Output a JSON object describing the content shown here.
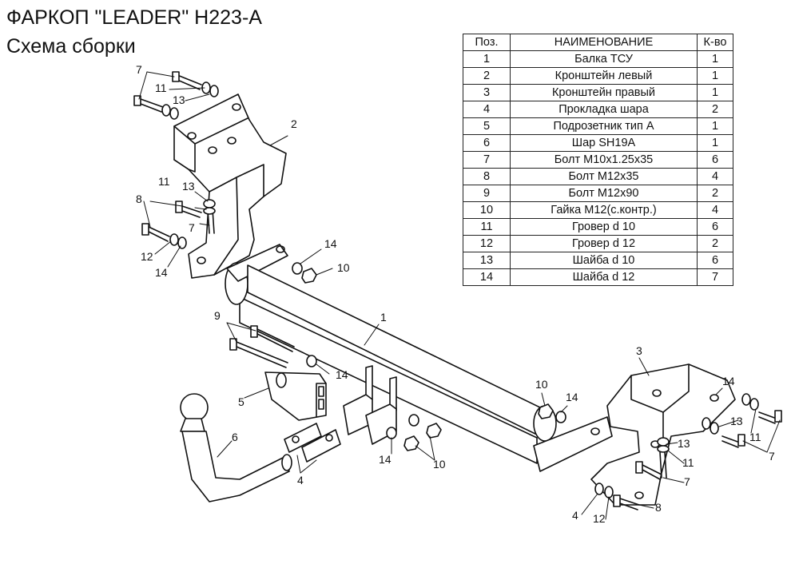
{
  "header": {
    "title": "ФАРКОП \"LEADER\" H223-A",
    "subtitle": "Схема сборки"
  },
  "parts_table": {
    "headers": [
      "Поз.",
      "НАИМЕНОВАНИЕ",
      "К-во"
    ],
    "rows": [
      [
        "1",
        "Балка ТСУ",
        "1"
      ],
      [
        "2",
        "Кронштейн левый",
        "1"
      ],
      [
        "3",
        "Кронштейн правый",
        "1"
      ],
      [
        "4",
        "Прокладка шара",
        "2"
      ],
      [
        "5",
        "Подрозетник тип А",
        "1"
      ],
      [
        "6",
        "Шар SH19A",
        "1"
      ],
      [
        "7",
        "Болт М10х1.25х35",
        "6"
      ],
      [
        "8",
        "Болт М12х35",
        "4"
      ],
      [
        "9",
        "Болт М12х90",
        "2"
      ],
      [
        "10",
        "Гайка М12(с.контр.)",
        "4"
      ],
      [
        "11",
        "Гровер d 10",
        "6"
      ],
      [
        "12",
        "Гровер d 12",
        "2"
      ],
      [
        "13",
        "Шайба d 10",
        "6"
      ],
      [
        "14",
        "Шайба d 12",
        "7"
      ]
    ]
  },
  "callouts": {
    "c1": "1",
    "c2": "2",
    "c3": "3",
    "c4a": "4",
    "c4b": "4",
    "c5": "5",
    "c6": "6",
    "c7a": "7",
    "c7b": "7",
    "c7c": "7",
    "c7d": "7",
    "c8a": "8",
    "c8b": "8",
    "c9": "9",
    "c10a": "10",
    "c10b": "10",
    "c10c": "10",
    "c11a": "11",
    "c11b": "11",
    "c11c": "11",
    "c11d": "11",
    "c12a": "12",
    "c12b": "12",
    "c13a": "13",
    "c13b": "13",
    "c13c": "13",
    "c13d": "13",
    "c14a": "14",
    "c14b": "14",
    "c14c": "14",
    "c14d": "14",
    "c14e": "14",
    "c14f": "14"
  }
}
